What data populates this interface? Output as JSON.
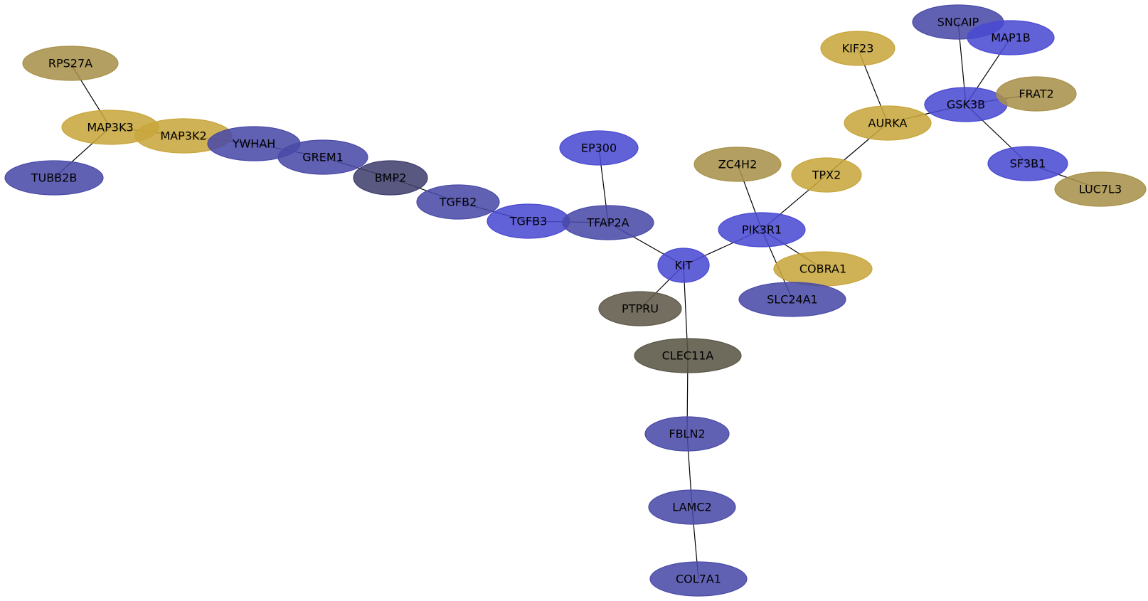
{
  "colors": {
    "blue": "#4a4ad2",
    "slate_blue": "#4a4aa8",
    "gold": "#c8a63c",
    "olive_gold": "#a8914a",
    "dark_slate": "#3f3f6e",
    "gray_brown": "#5e5848",
    "dark_olive": "#585545"
  },
  "nodes": [
    {
      "id": "RPS27A",
      "label": "RPS27A",
      "color": "olive_gold"
    },
    {
      "id": "MAP3K3",
      "label": "MAP3K3",
      "color": "gold"
    },
    {
      "id": "TUBB2B",
      "label": "TUBB2B",
      "color": "slate_blue"
    },
    {
      "id": "MAP3K2",
      "label": "MAP3K2",
      "color": "gold"
    },
    {
      "id": "YWHAH",
      "label": "YWHAH",
      "color": "slate_blue"
    },
    {
      "id": "GREM1",
      "label": "GREM1",
      "color": "slate_blue"
    },
    {
      "id": "BMP2",
      "label": "BMP2",
      "color": "dark_slate"
    },
    {
      "id": "TGFB2",
      "label": "TGFB2",
      "color": "slate_blue"
    },
    {
      "id": "TGFB3",
      "label": "TGFB3",
      "color": "blue"
    },
    {
      "id": "TFAP2A",
      "label": "TFAP2A",
      "color": "slate_blue"
    },
    {
      "id": "EP300",
      "label": "EP300",
      "color": "blue"
    },
    {
      "id": "KIT",
      "label": "KIT",
      "color": "blue"
    },
    {
      "id": "PTPRU",
      "label": "PTPRU",
      "color": "gray_brown"
    },
    {
      "id": "CLEC11A",
      "label": "CLEC11A",
      "color": "dark_olive"
    },
    {
      "id": "FBLN2",
      "label": "FBLN2",
      "color": "slate_blue"
    },
    {
      "id": "LAMC2",
      "label": "LAMC2",
      "color": "slate_blue"
    },
    {
      "id": "COL7A1",
      "label": "COL7A1",
      "color": "slate_blue"
    },
    {
      "id": "PIK3R1",
      "label": "PIK3R1",
      "color": "blue"
    },
    {
      "id": "ZC4H2",
      "label": "ZC4H2",
      "color": "olive_gold"
    },
    {
      "id": "COBRA1",
      "label": "COBRA1",
      "color": "gold"
    },
    {
      "id": "SLC24A1",
      "label": "SLC24A1",
      "color": "slate_blue"
    },
    {
      "id": "TPX2",
      "label": "TPX2",
      "color": "gold"
    },
    {
      "id": "AURKA",
      "label": "AURKA",
      "color": "gold"
    },
    {
      "id": "KIF23",
      "label": "KIF23",
      "color": "gold"
    },
    {
      "id": "GSK3B",
      "label": "GSK3B",
      "color": "blue"
    },
    {
      "id": "SNCAIP",
      "label": "SNCAIP",
      "color": "slate_blue"
    },
    {
      "id": "MAP1B",
      "label": "MAP1B",
      "color": "blue"
    },
    {
      "id": "FRAT2",
      "label": "FRAT2",
      "color": "olive_gold"
    },
    {
      "id": "SF3B1",
      "label": "SF3B1",
      "color": "blue"
    },
    {
      "id": "LUC7L3",
      "label": "LUC7L3",
      "color": "olive_gold"
    }
  ],
  "edges": [
    [
      "RPS27A",
      "MAP3K3"
    ],
    [
      "MAP3K3",
      "TUBB2B"
    ],
    [
      "MAP3K3",
      "MAP3K2"
    ],
    [
      "MAP3K2",
      "YWHAH"
    ],
    [
      "YWHAH",
      "GREM1"
    ],
    [
      "GREM1",
      "BMP2"
    ],
    [
      "BMP2",
      "TGFB2"
    ],
    [
      "TGFB2",
      "TGFB3"
    ],
    [
      "TGFB3",
      "TFAP2A"
    ],
    [
      "EP300",
      "TFAP2A"
    ],
    [
      "TFAP2A",
      "KIT"
    ],
    [
      "KIT",
      "PTPRU"
    ],
    [
      "KIT",
      "CLEC11A"
    ],
    [
      "CLEC11A",
      "FBLN2"
    ],
    [
      "FBLN2",
      "LAMC2"
    ],
    [
      "LAMC2",
      "COL7A1"
    ],
    [
      "KIT",
      "PIK3R1"
    ],
    [
      "ZC4H2",
      "PIK3R1"
    ],
    [
      "PIK3R1",
      "COBRA1"
    ],
    [
      "PIK3R1",
      "SLC24A1"
    ],
    [
      "PIK3R1",
      "TPX2"
    ],
    [
      "TPX2",
      "AURKA"
    ],
    [
      "KIF23",
      "AURKA"
    ],
    [
      "AURKA",
      "GSK3B"
    ],
    [
      "SNCAIP",
      "GSK3B"
    ],
    [
      "MAP1B",
      "GSK3B"
    ],
    [
      "GSK3B",
      "FRAT2"
    ],
    [
      "GSK3B",
      "SF3B1"
    ],
    [
      "SF3B1",
      "LUC7L3"
    ]
  ]
}
